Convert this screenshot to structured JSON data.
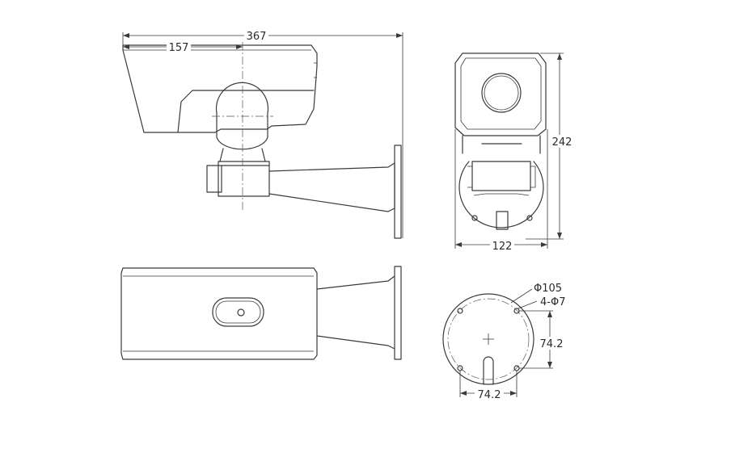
{
  "drawing": {
    "dimensions": {
      "side_total_length": "367",
      "side_front_to_center": "157",
      "front_height": "242",
      "front_width": "122",
      "base_diameter": "Φ105",
      "base_holes": "4-Φ7",
      "base_hole_spacing_vertical": "74.2",
      "base_hole_spacing_horizontal": "74.2"
    }
  }
}
